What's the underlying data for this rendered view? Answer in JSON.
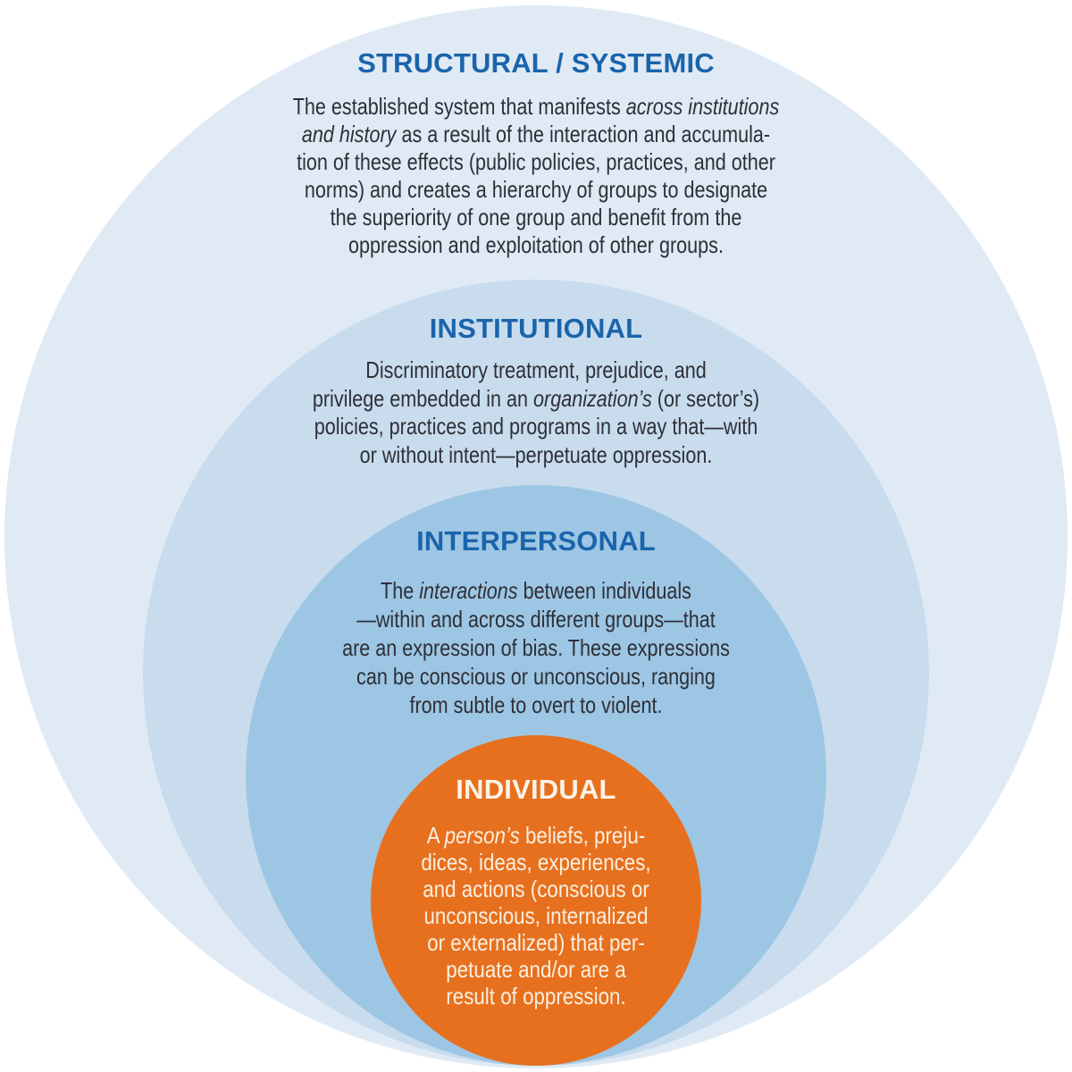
{
  "diagram_title": "Levels of oppression nested-circles diagram",
  "colors": {
    "structural_circle": "#dfeaf5",
    "institutional_circle": "#c8dcee",
    "interpersonal_circle": "#9dc6e4",
    "individual_circle": "#e7701f",
    "heading_blue": "#1a64ab",
    "body_text": "#2e2f36",
    "individual_text": "#f9efdf",
    "background": "#ffffff"
  },
  "levels": [
    {
      "id": "structural",
      "title": "STRUCTURAL / SYSTEMIC",
      "description_lines": [
        "The established system that manifests *across institutions*",
        "*and history* as a result of the interaction and accumula-",
        "tion of these effects (public policies, practices, and other",
        "norms) and creates a hierarchy of groups to designate",
        "the superiority of one group and benefit from the",
        "oppression and exploitation of other groups."
      ]
    },
    {
      "id": "institutional",
      "title": "INSTITUTIONAL",
      "description_lines": [
        "Discriminatory treatment, prejudice, and",
        "privilege embedded in an *organization’s* (or sector’s)",
        "policies, practices and programs in a way that—with",
        "or without intent—perpetuate oppression."
      ]
    },
    {
      "id": "interpersonal",
      "title": "INTERPERSONAL",
      "description_lines": [
        "The *interactions* between individuals",
        "—within and across different groups—that",
        "are an expression of bias. These expressions",
        "can be conscious or unconscious, ranging",
        "from subtle to overt to violent."
      ]
    },
    {
      "id": "individual",
      "title": "INDIVIDUAL",
      "description_lines": [
        "A *person’s* beliefs, preju-",
        "dices, ideas, experiences,",
        "and actions (conscious or",
        "unconscious, internalized",
        "or externalized) that per-",
        "petuate and/or are a",
        "result of oppression."
      ]
    }
  ]
}
